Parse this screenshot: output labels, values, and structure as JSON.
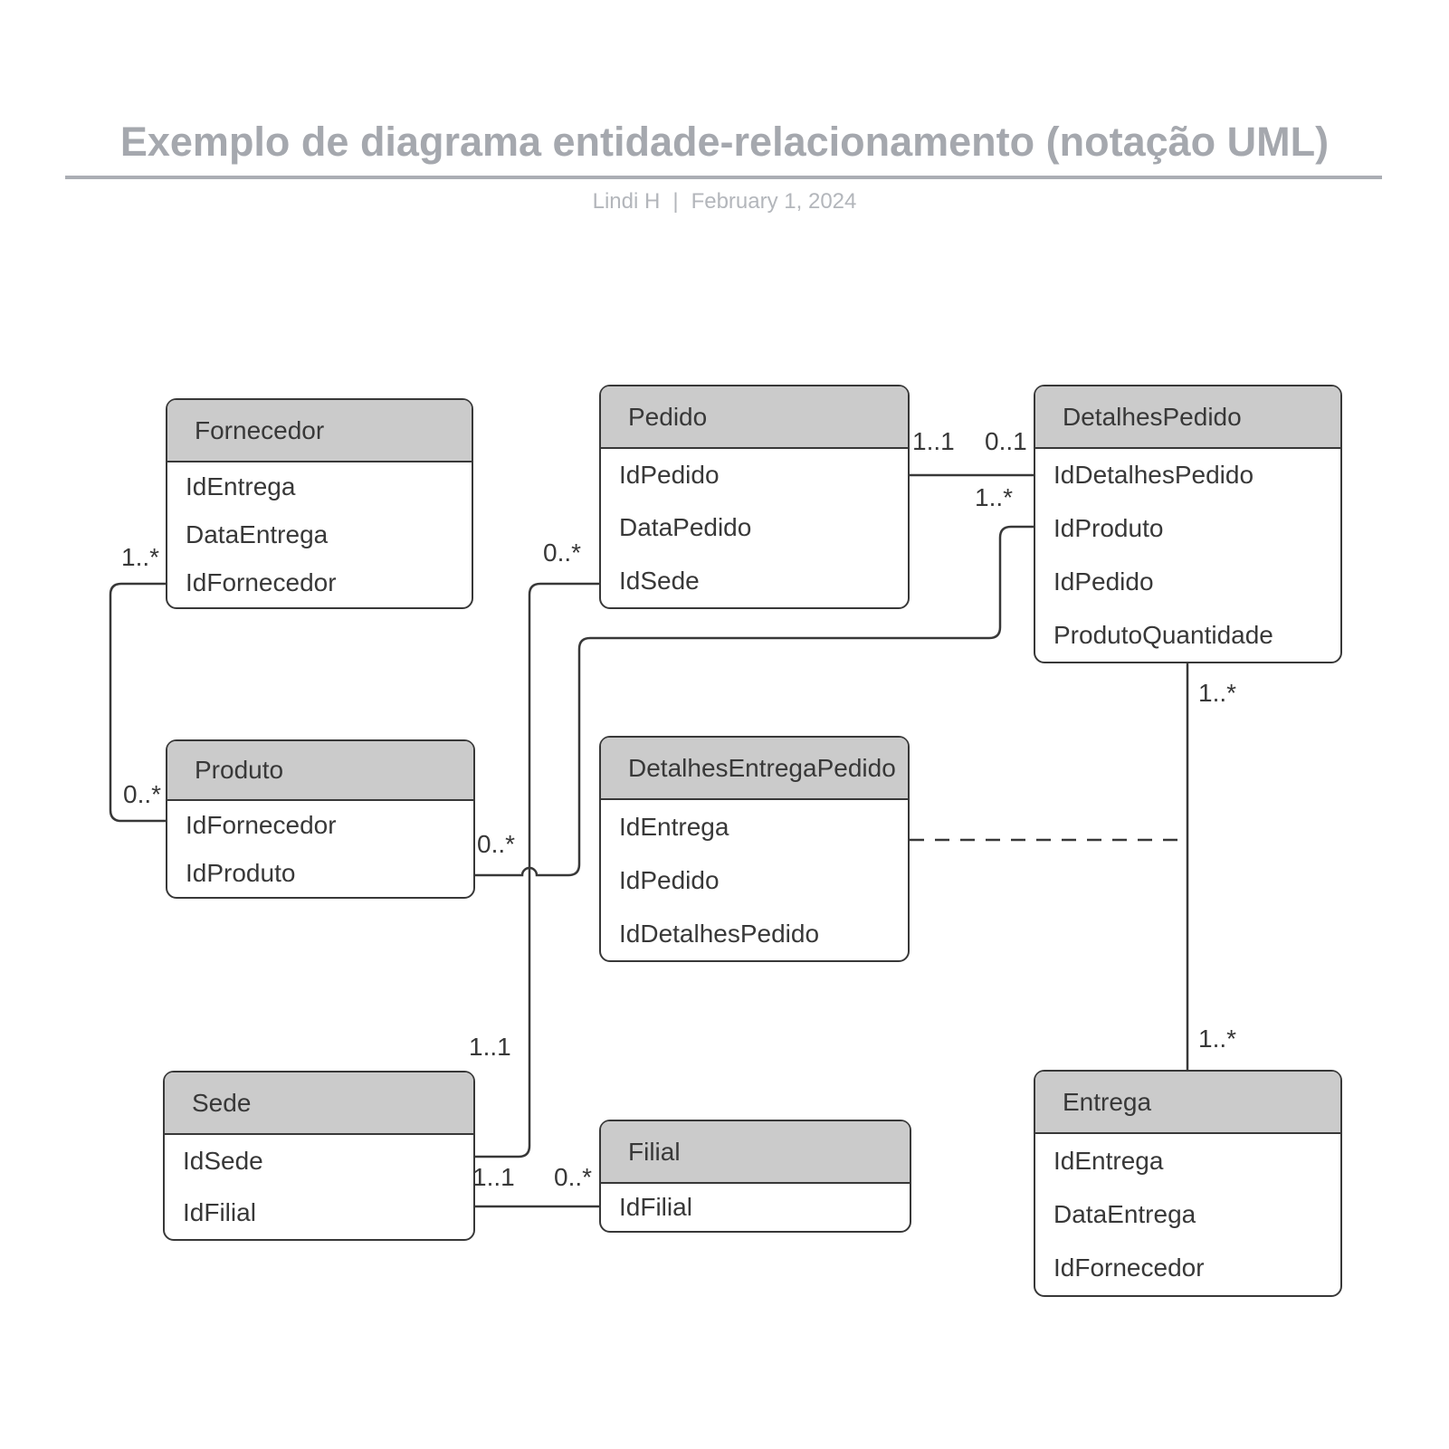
{
  "page": {
    "title": "Exemplo de diagrama entidade-relacionamento (notação UML)",
    "byline": {
      "author": "Lindi H",
      "separator": "|",
      "date": "February 1, 2024"
    }
  },
  "colors": {
    "entity_header_fill": "#cbcbcb",
    "entity_border": "#383838",
    "entity_text": "#383838",
    "connector": "#383838",
    "title_text": "#a5a8ae",
    "subtitle_text": "#b3b6bb",
    "rule": "#abaeb4"
  },
  "entities": [
    {
      "name": "Fornecedor",
      "fields": [
        "IdEntrega",
        "DataEntrega",
        "IdFornecedor"
      ]
    },
    {
      "name": "Pedido",
      "fields": [
        "IdPedido",
        "DataPedido",
        "IdSede"
      ]
    },
    {
      "name": "DetalhesPedido",
      "fields": [
        "IdDetalhesPedido",
        "IdProduto",
        "IdPedido",
        "ProdutoQuantidade"
      ]
    },
    {
      "name": "Produto",
      "fields": [
        "IdFornecedor",
        "IdProduto"
      ]
    },
    {
      "name": "DetalhesEntregaPedido",
      "fields": [
        "IdEntrega",
        "IdPedido",
        "IdDetalhesPedido"
      ]
    },
    {
      "name": "Sede",
      "fields": [
        "IdSede",
        "IdFilial"
      ]
    },
    {
      "name": "Filial",
      "fields": [
        "IdFilial"
      ]
    },
    {
      "name": "Entrega",
      "fields": [
        "IdEntrega",
        "DataEntrega",
        "IdFornecedor"
      ]
    }
  ],
  "relationships": [
    {
      "from": "Fornecedor",
      "to": "Produto",
      "from_label": "1..*",
      "to_label": "0..*",
      "line": "solid"
    },
    {
      "from": "Pedido",
      "to": "Sede",
      "from_label": "0..*",
      "to_label": "1..1",
      "line": "solid"
    },
    {
      "from": "Pedido",
      "to": "DetalhesPedido",
      "from_label": "1..1",
      "to_label": "0..1",
      "line": "solid"
    },
    {
      "from": "Produto",
      "to": "DetalhesPedido",
      "from_label": "0..*",
      "to_label": "1..*",
      "line": "solid"
    },
    {
      "from": "DetalhesPedido",
      "to": "Entrega",
      "from_label": "1..*",
      "to_label": "1..*",
      "line": "solid"
    },
    {
      "from": "DetalhesEntregaPedido",
      "to": "DetalhesPedido–Entrega",
      "from_label": "",
      "to_label": "",
      "line": "dashed"
    },
    {
      "from": "Sede",
      "to": "Filial",
      "from_label": "1..1",
      "to_label": "0..*",
      "line": "solid"
    }
  ]
}
